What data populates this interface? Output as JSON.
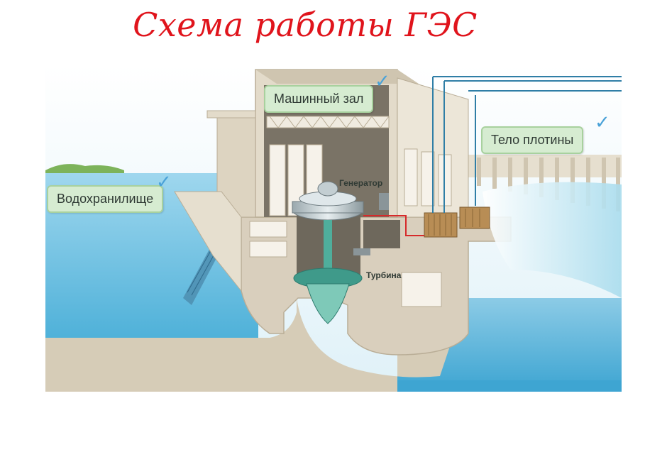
{
  "title": "Схема работы ГЭС",
  "labels": {
    "machine_hall": "Машинный зал",
    "dam_body": "Тело плотины",
    "reservoir": "Водохранилище",
    "generator": "Генератор",
    "turbine": "Турбина"
  },
  "colors": {
    "title": "#e0141c",
    "water": "#5ab7dc",
    "structure": "#d9cfbd",
    "callout_bg": "#d6ecd1",
    "checkmark": "#4aa2d8"
  }
}
